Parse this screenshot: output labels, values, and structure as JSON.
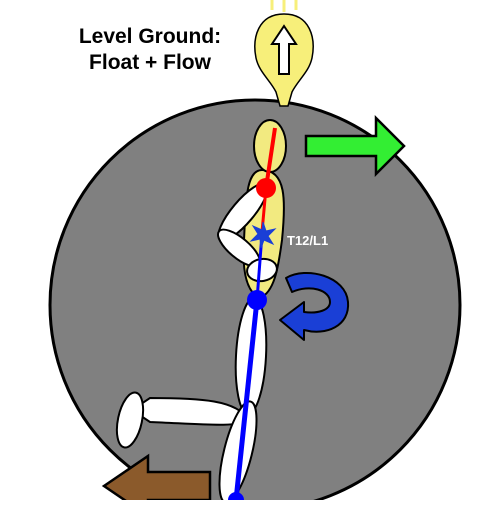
{
  "title": {
    "line1": "Level Ground:",
    "line2": "Float + Flow"
  },
  "spine_label": "T12/L1",
  "icons": {
    "lightbulb": "lightbulb-up-arrow-icon",
    "forward_arrow": "green-right-arrow-icon",
    "backward_arrow": "brown-left-arrow-icon",
    "rotation_arrow": "blue-curved-rotation-arrow-icon"
  },
  "colors": {
    "background_circle": "#808080",
    "body_fill": "#f2ea80",
    "limb_fill": "#ffffff",
    "upper_axis": "#ff0000",
    "lower_axis": "#0000ff",
    "forward_arrow": "#33ee33",
    "backward_arrow": "#8b5a2b",
    "lightbulb": "#f7ef7a",
    "spine_marker": "#1a3fd6"
  }
}
